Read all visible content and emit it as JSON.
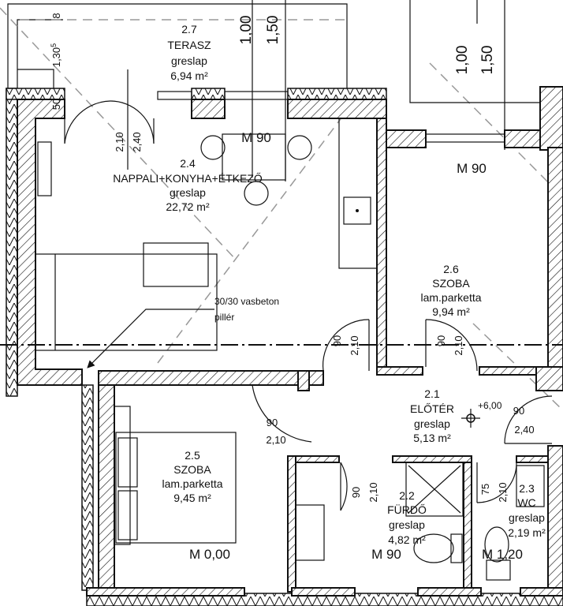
{
  "rooms": [
    {
      "id": "2.7",
      "name": "TERASZ",
      "floor": "greslap",
      "area": "6,94 m²"
    },
    {
      "id": "2.4",
      "name": "NAPPALI+KONYHA+ÉTKEZŐ",
      "floor": "greslap",
      "area": "22,72 m²"
    },
    {
      "id": "2.6",
      "name": "SZOBA",
      "floor": "lam.parketta",
      "area": "9,94 m²"
    },
    {
      "id": "2.1",
      "name": "ELŐTÉR",
      "floor": "greslap",
      "area": "5,13 m²"
    },
    {
      "id": "2.5",
      "name": "SZOBA",
      "floor": "lam.parketta",
      "area": "9,45 m²"
    },
    {
      "id": "2.2",
      "name": "FÜRDŐ",
      "floor": "greslap",
      "area": "4,82 m²"
    },
    {
      "id": "2.3",
      "name": "WC",
      "floor": "greslap",
      "area": "2,19 m²"
    }
  ],
  "window_marks": [
    "M 90",
    "M 90",
    "M 0,00",
    "M 90",
    "M 1,20"
  ],
  "dimensions": {
    "terrace_top": "8",
    "terrace_height": "1,30",
    "terrace_height_sup": "5",
    "wall": "50",
    "win1_a": "1,00",
    "win1_b": "1,50",
    "win2_a": "1,00",
    "win2_b": "1,50",
    "door_terrace_a": "2,10",
    "door_terrace_b": "2,40",
    "door_living_w": "90",
    "door_living_h": "2,10",
    "door_room26_w": "90",
    "door_room26_h": "2,10",
    "door_room25_w": "90",
    "door_room25_h": "2,10",
    "door_bath_w": "90",
    "door_bath_h": "2,10",
    "door_wc_w": "75",
    "door_wc_h": "2,10",
    "door_entry_w": "90",
    "door_entry_h": "2,40"
  },
  "annotations": {
    "pillar_line1": "30/30 vasbeton",
    "pillar_line2": "pillér",
    "level": "+6,00"
  }
}
